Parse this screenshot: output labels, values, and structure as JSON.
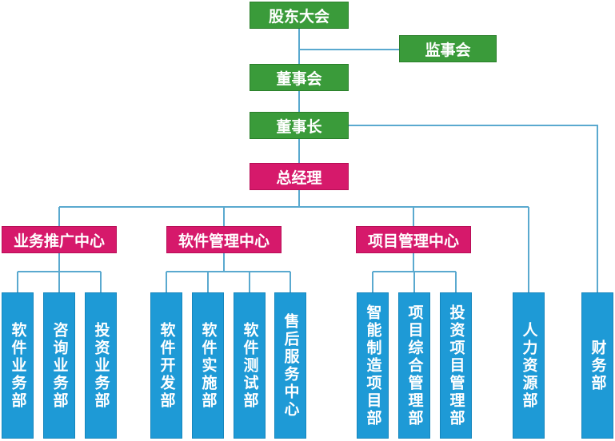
{
  "top": {
    "shareholders": "股东大会",
    "supervisors": "监事会",
    "board": "董事会",
    "chairman": "董事长",
    "gm": "总经理"
  },
  "centers": {
    "business": "业务推广中心",
    "software": "软件管理中心",
    "project": "项目管理中心"
  },
  "departments": {
    "software_business": "软件业务部",
    "consulting_business": "咨询业务部",
    "investment_business": "投资业务部",
    "software_dev": "软件开发部",
    "software_impl": "软件实施部",
    "software_test": "软件测试部",
    "after_sales": "售后服务中心",
    "smart_mfg": "智能制造项目部",
    "project_mgmt": "项目综合管理部",
    "invest_project": "投资项目管理部",
    "hr": "人力资源部",
    "finance": "财务部"
  },
  "colors": {
    "green": "#3a9b3a",
    "pink": "#d6196b",
    "blue": "#1e9ad6",
    "line": "#5aa9cf"
  }
}
